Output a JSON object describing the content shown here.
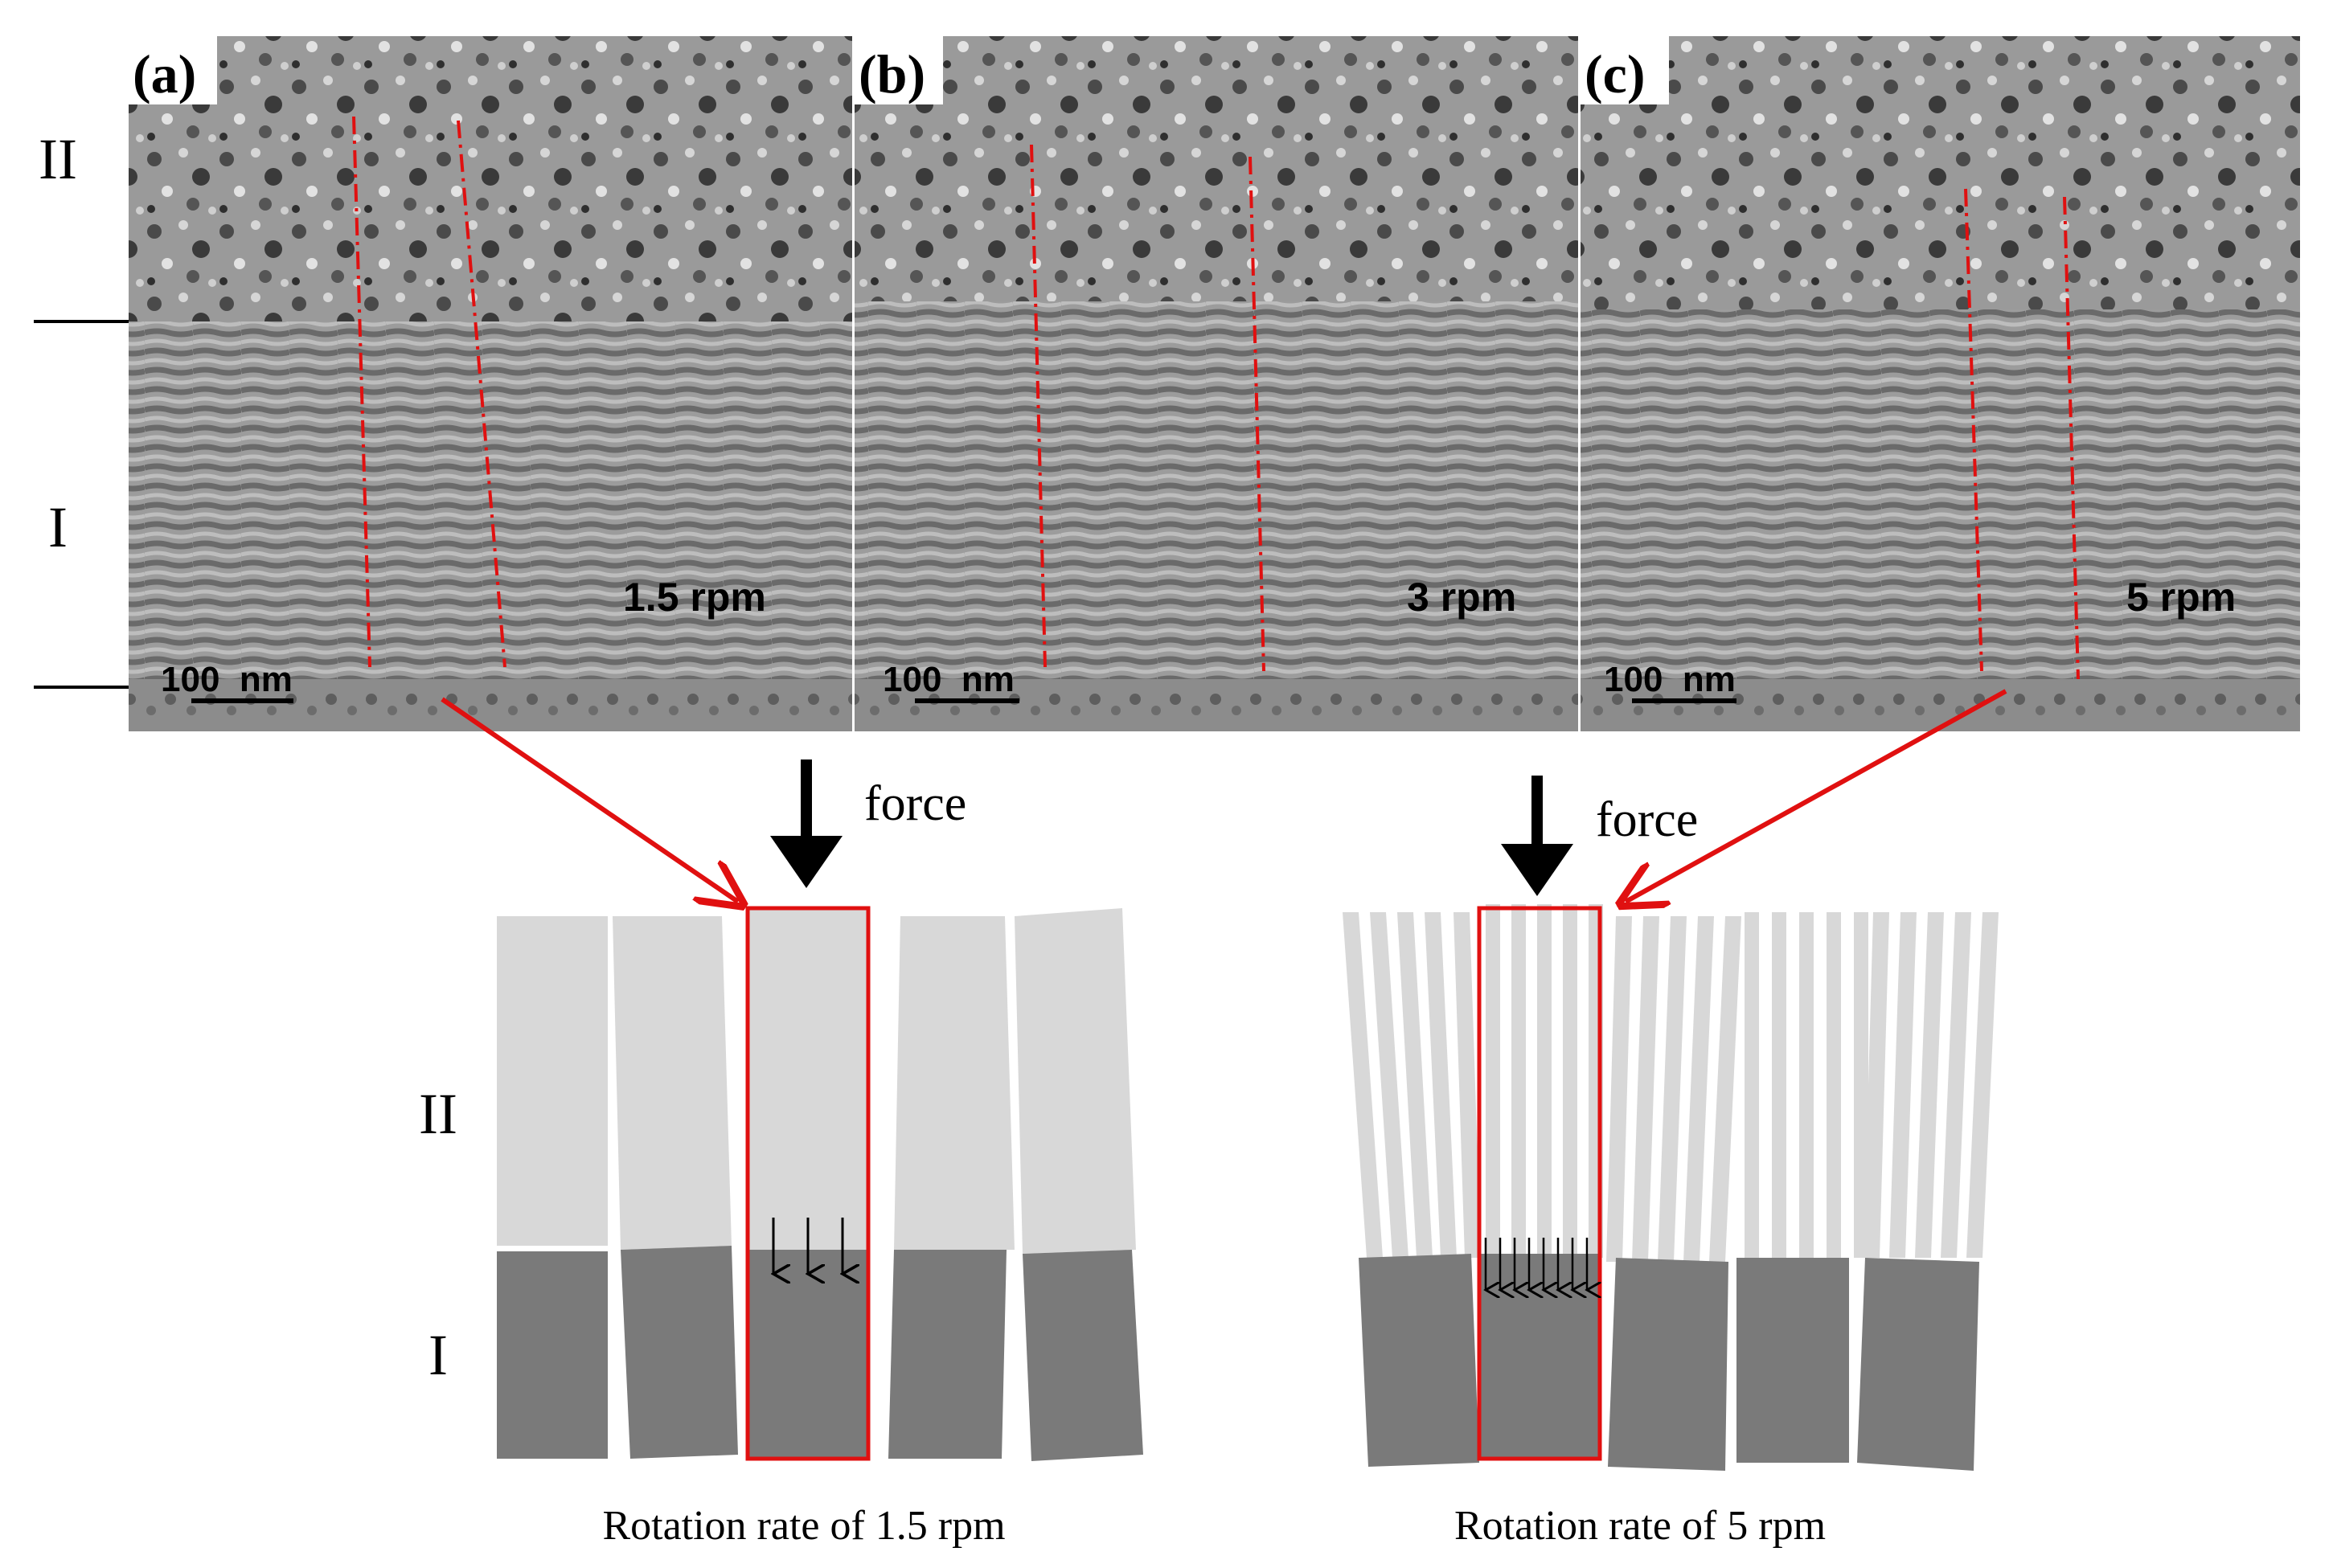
{
  "figure": {
    "panels": [
      {
        "id": "a",
        "label": "(a)",
        "rate_label": "1.5 rpm",
        "scale_label": "100  nm"
      },
      {
        "id": "b",
        "label": "(b)",
        "rate_label": "3 rpm",
        "scale_label": "100  nm"
      },
      {
        "id": "c",
        "label": "(c)",
        "rate_label": "5 rpm",
        "scale_label": "100  nm"
      }
    ],
    "layer_labels": {
      "upper": "II",
      "lower": "I"
    },
    "schematics": [
      {
        "id": "low-rate",
        "force_label": "force",
        "caption": "Rotation rate of 1.5 rpm"
      },
      {
        "id": "high-rate",
        "force_label": "force",
        "caption": "Rotation rate of 5 rpm"
      }
    ],
    "colors": {
      "highlight_red": "#e01010",
      "layer_II_fill": "#d8d8d8",
      "layer_I_fill": "#7a7a7a",
      "arrow_black": "#000000"
    }
  }
}
